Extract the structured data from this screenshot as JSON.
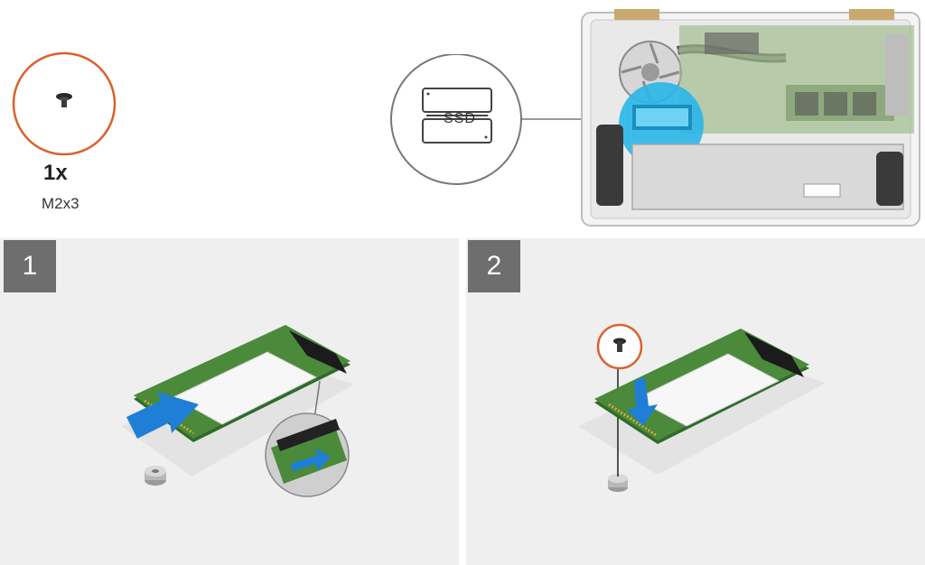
{
  "screw_callout": {
    "quantity": "1x",
    "screw_type": "M2x3",
    "ring_color": "#d9622b"
  },
  "component_callout": {
    "label": "SSD",
    "highlight_color": "#29b6e8"
  },
  "steps": [
    {
      "number": "1",
      "icon": "arrow-right-icon"
    },
    {
      "number": "2",
      "icon": "arrow-down-icon"
    }
  ],
  "colors": {
    "panel_bg": "#efefef",
    "badge_bg": "#6e6e6e",
    "arrow_blue": "#1f7fd6",
    "pcb_green": "#4a8a3a"
  }
}
